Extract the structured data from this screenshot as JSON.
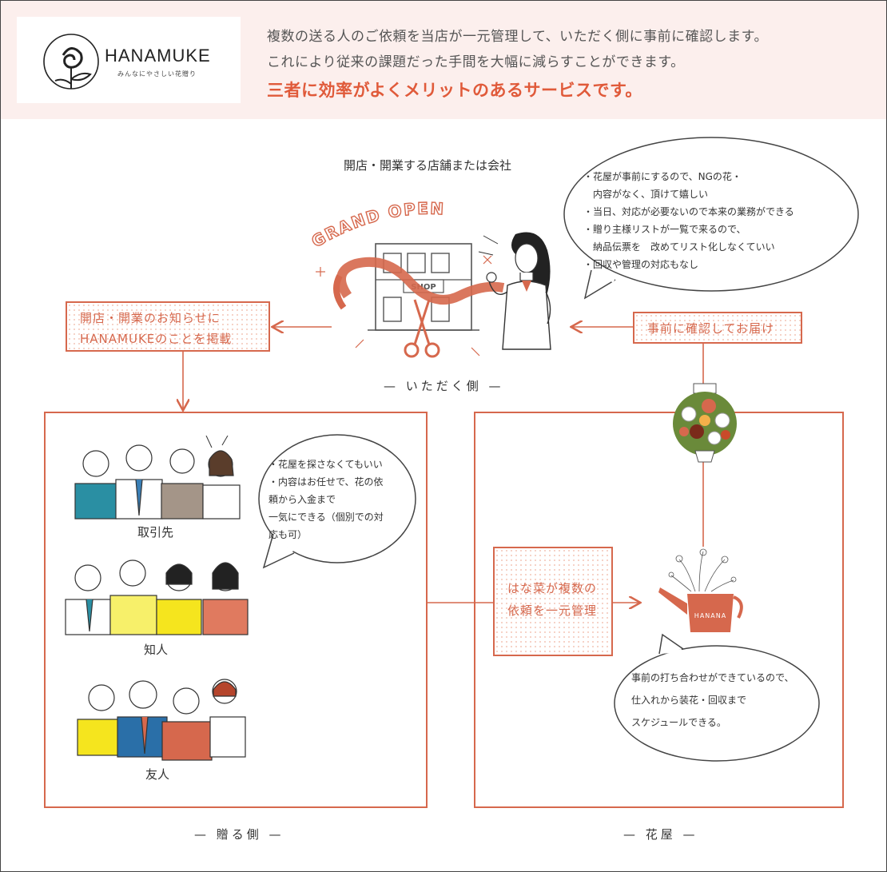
{
  "header": {
    "logo_name": "HANAMUKE",
    "logo_tagline": "みんなにやさしい花贈り",
    "line1": "複数の送る人のご依頼を当店が一元管理して、いただく側に事前に確認します。",
    "line2": "これにより従来の課題だった手間を大幅に減らすことができます。",
    "lead": "三者に効率がよくメリットのあるサービスです。"
  },
  "top": {
    "title": "開店・開業する店舗または会社",
    "grand_open": "GRAND OPEN",
    "shop_sign": "SHOP",
    "receiver_label": "— いただく側 —"
  },
  "receiver_bubble": {
    "lines": [
      "・花屋が事前にするので、NGの花・",
      "　内容がなく、頂けて嬉しい",
      "・当日、対応が必要ないので本来の業務ができる",
      "・贈り主様リストが一覧で来るので、",
      "　納品伝票を　改めてリスト化しなくていい",
      "・回収や管理の対応もなし"
    ]
  },
  "left_box": {
    "line1": "開店・開業のお知らせに",
    "line2": "HANAMUKEのことを掲載"
  },
  "right_box": {
    "text": "事前に確認してお届け"
  },
  "sender": {
    "groups": [
      "取引先",
      "知人",
      "友人"
    ],
    "bubble_lines": [
      "・花屋を探さなくてもいい",
      "・内容はお任せで、花の依",
      "頼から入金まで",
      "一気にできる（個別での対",
      "応も可）"
    ],
    "label": "— 贈る側 —"
  },
  "florist": {
    "manage_line1": "はな菜が複数の",
    "manage_line2": "依頼を一元管理",
    "can_text": "HANANA",
    "bubble_lines": [
      "事前の打ち合わせができているので、",
      "仕入れから装花・回収まで",
      "スケジュールできる。"
    ],
    "label": "— 花屋 —"
  },
  "colors": {
    "accent": "#d6684d",
    "lead": "#e05a3a",
    "header_bg": "#fcefed"
  }
}
